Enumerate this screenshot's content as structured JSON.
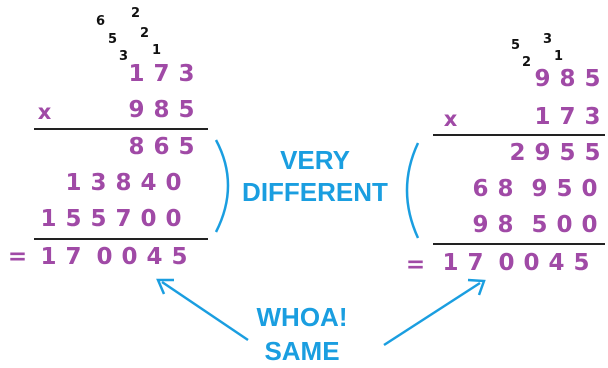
{
  "colors": {
    "digits": "#a04aa6",
    "annotation": "#1a9ee0",
    "carry": "#111111",
    "rule": "#222222"
  },
  "left": {
    "carries": [
      "6",
      "2",
      "5",
      "2",
      "3",
      "1"
    ],
    "multiplicand": [
      "1",
      "7",
      "3"
    ],
    "operator": "x",
    "multiplier": [
      "9",
      "8",
      "5"
    ],
    "partial1": [
      "8",
      "6",
      "5"
    ],
    "partial2": [
      "1",
      "3",
      "8",
      "4",
      "0"
    ],
    "partial3": [
      "1",
      "5",
      "5",
      "7",
      "0",
      "0"
    ],
    "equals": "=",
    "result": [
      "1",
      "7",
      "0",
      "0",
      "4",
      "5"
    ]
  },
  "right": {
    "carries": [
      "5",
      "3",
      "2",
      "1"
    ],
    "multiplicand": [
      "9",
      "8",
      "5"
    ],
    "operator": "x",
    "multiplier": [
      "1",
      "7",
      "3"
    ],
    "partial1": [
      "2",
      "9",
      "5",
      "5"
    ],
    "partial2": [
      "6",
      "8",
      "9",
      "5",
      "0"
    ],
    "partial3": [
      "9",
      "8",
      "5",
      "0",
      "0"
    ],
    "equals": "=",
    "result": [
      "1",
      "7",
      "0",
      "0",
      "4",
      "5"
    ]
  },
  "annotations": {
    "very": "VERY",
    "different": "DIFFERENT",
    "whoa": "WHOA!",
    "same": "SAME"
  }
}
